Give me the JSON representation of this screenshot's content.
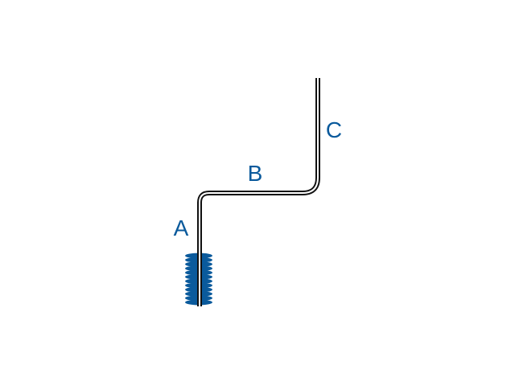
{
  "diagram": {
    "colors": {
      "background": "#ffffff",
      "wire": "#111111",
      "wire_core": "#ffffff",
      "brush": "#0a5a9c",
      "label": "#0a5a9c"
    },
    "labels": {
      "a": "A",
      "b": "B",
      "c": "C"
    },
    "brush": {
      "bristle_rows": 12
    }
  }
}
